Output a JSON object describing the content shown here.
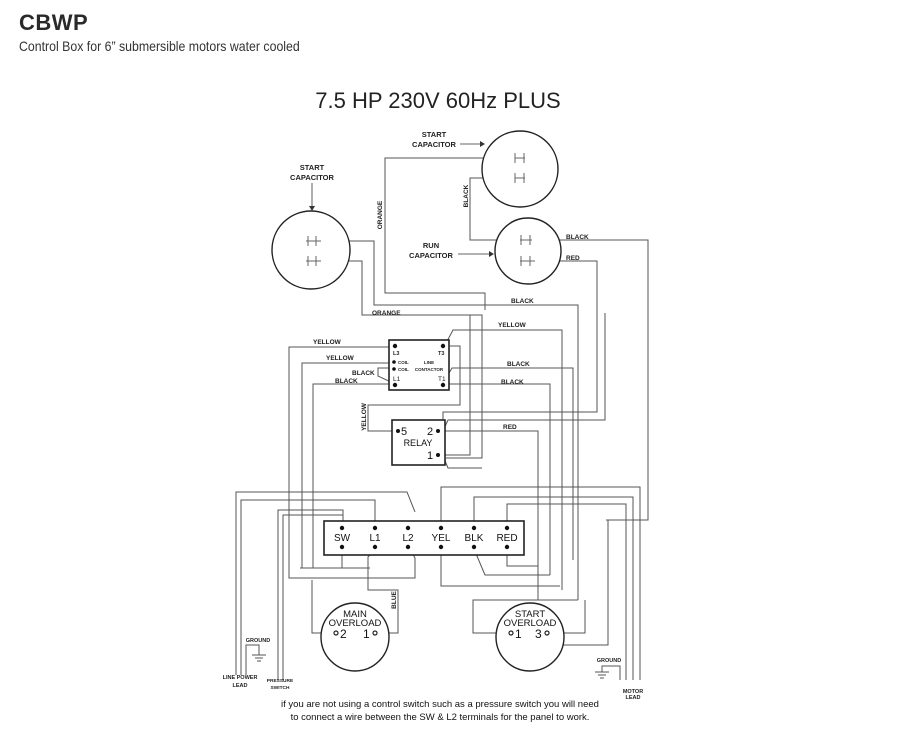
{
  "header": {
    "title": "CBWP",
    "subtitle": "Control Box for 6” submersible motors water cooled"
  },
  "diagram": {
    "title": "7.5 HP 230V 60Hz PLUS",
    "components": {
      "start_capacitor_left": {
        "label_line1": "START",
        "label_line2": "CAPACITOR"
      },
      "start_capacitor_top": {
        "label_line1": "START",
        "label_line2": "CAPACITOR"
      },
      "run_capacitor": {
        "label_line1": "RUN",
        "label_line2": "CAPACITOR"
      },
      "line_contactor": {
        "label_line1": "LINE",
        "label_line2": "CONTACTOR",
        "terminals": [
          "L3",
          "T3",
          "COIL",
          "COIL",
          "L1",
          "T1"
        ]
      },
      "relay": {
        "label": "RELAY",
        "terminals": [
          "5",
          "2",
          "1"
        ]
      },
      "terminal_strip": {
        "terminals": [
          "SW",
          "L1",
          "L2",
          "YEL",
          "BLK",
          "RED"
        ]
      },
      "main_overload": {
        "label_line1": "MAIN",
        "label_line2": "OVERLOAD",
        "terminals": [
          "2",
          "1"
        ]
      },
      "start_overload": {
        "label_line1": "START",
        "label_line2": "OVERLOAD",
        "terminals": [
          "1",
          "3"
        ]
      }
    },
    "wire_labels": {
      "orange_vertical": "ORANGE",
      "black_vertical": "BLACK",
      "black_run_cap": "BLACK",
      "red_run_cap": "RED",
      "black_upper": "BLACK",
      "orange_horizontal": "ORANGE",
      "yellow_right": "YELLOW",
      "yellow_left_1": "YELLOW",
      "yellow_left_2": "YELLOW",
      "black_coil": "BLACK",
      "black_left": "BLACK",
      "black_right_1": "BLACK",
      "black_right_2": "BLACK",
      "yellow_vertical": "YELLOW",
      "red_relay": "RED",
      "blue_vertical": "BLUE"
    },
    "leads": {
      "ground_left": "GROUND",
      "line_power_line1": "LINE POWER",
      "line_power_line2": "LEAD",
      "pressure_line1": "PRESSURE",
      "pressure_line2": "SWITCH",
      "ground_right": "GROUND",
      "motor_line1": "MOTOR",
      "motor_line2": "LEAD"
    },
    "note_line1": "if you are not using a control switch such as a pressure switch you will need",
    "note_line2": "to connect a wire between the SW & L2 terminals for the panel to work."
  }
}
